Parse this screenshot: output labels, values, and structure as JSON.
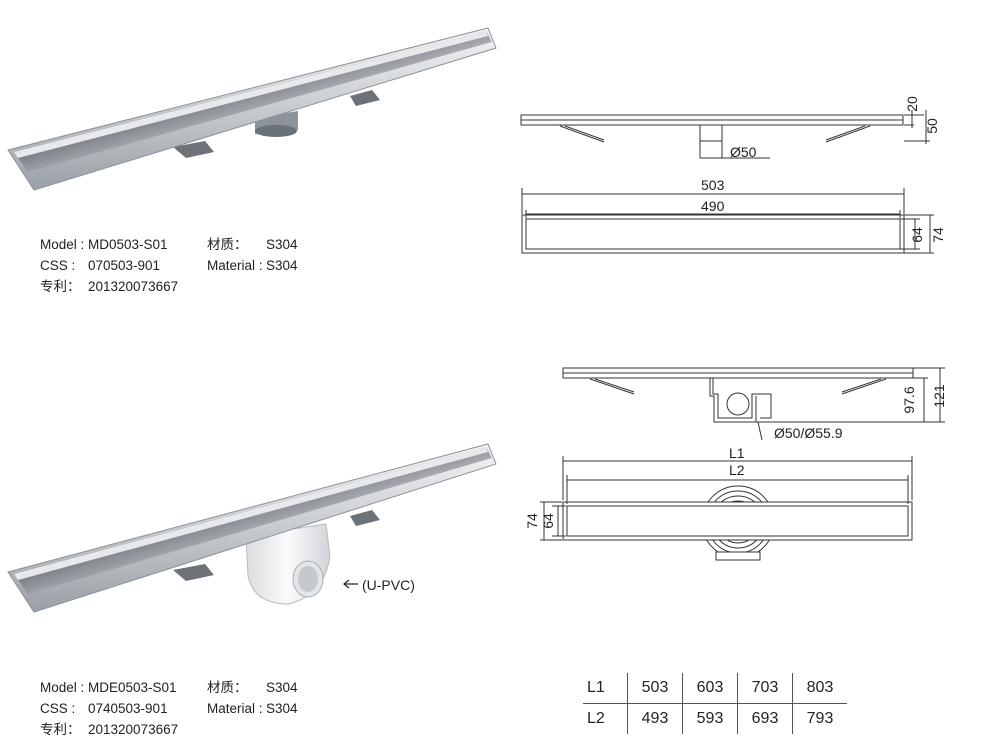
{
  "product1": {
    "model_key": "Model :",
    "model_value": "MD0503-S01",
    "css_key": "CSS :",
    "css_value": "070503-901",
    "patent_key": "专利：",
    "patent_value": "201320073667",
    "material_cn_key": "材质：",
    "material_cn_value": "S304",
    "material_key": "Material :",
    "material_value": "S304"
  },
  "product2": {
    "model_key": "Model :",
    "model_value": "MDE0503-S01",
    "css_key": "CSS :",
    "css_value": "0740503-901",
    "patent_key": "专利：",
    "patent_value": "201320073667",
    "material_cn_key": "材质：",
    "material_cn_value": "S304",
    "material_key": "Material :",
    "material_value": "S304"
  },
  "drawing1": {
    "dim_20": "20",
    "dim_50": "50",
    "dim_outlet": "Ø50",
    "dim_503": "503",
    "dim_490": "490",
    "dim_64": "64",
    "dim_74": "74"
  },
  "drawing2": {
    "dim_97": "97.6",
    "dim_121": "121",
    "dim_outlet": "Ø50/Ø55.9",
    "dim_L1": "L1",
    "dim_L2": "L2",
    "dim_74": "74",
    "dim_64": "64"
  },
  "upvc_note": "(U-PVC)",
  "length_table": {
    "rows": [
      {
        "label": "L1",
        "values": [
          "503",
          "603",
          "703",
          "803"
        ]
      },
      {
        "label": "L2",
        "values": [
          "493",
          "593",
          "693",
          "793"
        ]
      }
    ]
  },
  "colors": {
    "steel_dark": "#3a3d42",
    "steel_light": "#e9ecef",
    "frame": "#c9ced4",
    "upvc": "#f2f3f4",
    "line": "#333333"
  }
}
